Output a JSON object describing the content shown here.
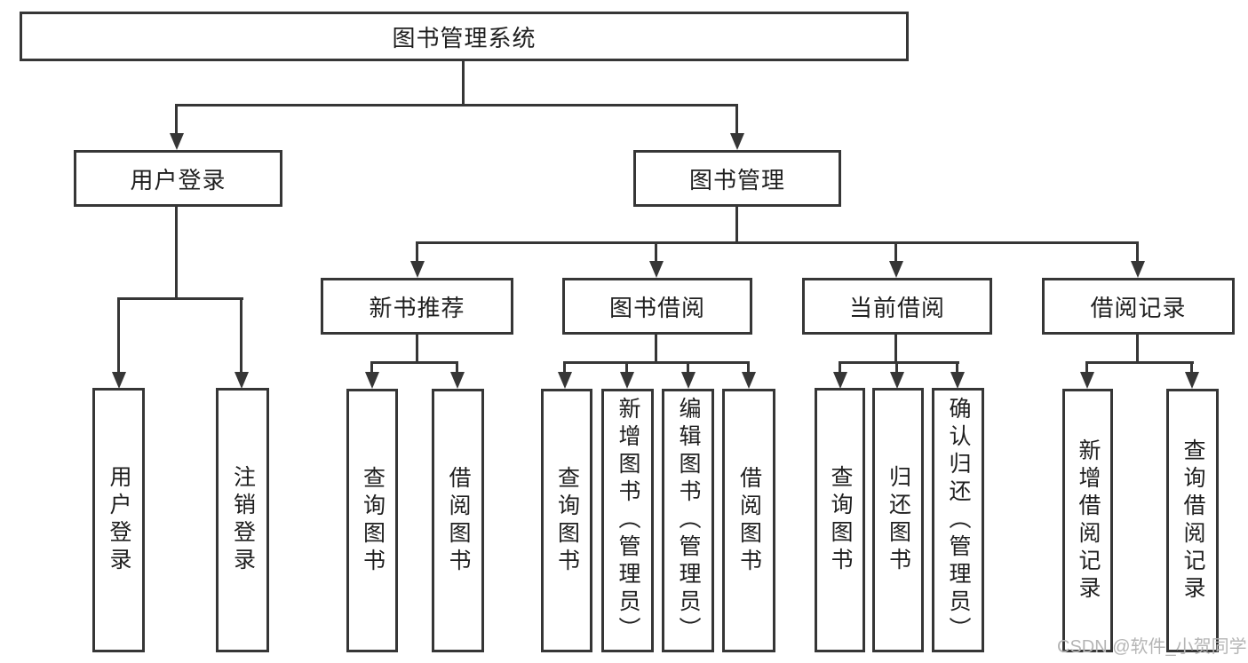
{
  "diagram": {
    "root": "图书管理系统",
    "level2": [
      "用户登录",
      "图书管理"
    ],
    "level3": [
      "新书推荐",
      "图书借阅",
      "当前借阅",
      "借阅记录"
    ],
    "leaves": {
      "user_login": [
        "用户登录",
        "注销登录"
      ],
      "new_book_recommend": [
        "查询图书",
        "借阅图书"
      ],
      "book_borrow": [
        "查询图书",
        "新增图书（管理员）",
        "编辑图书（管理员）",
        "借阅图书"
      ],
      "current_borrow": [
        "查询图书",
        "归还图书",
        "确认归还（管理员）"
      ],
      "borrow_records": [
        "新增借阅记录",
        "查询借阅记录"
      ]
    }
  },
  "watermark": {
    "text": "CSDN @软件_小贺同学"
  },
  "colors": {
    "line": "#363636",
    "text": "#1f1f1f",
    "watermark": "#b5b5b5",
    "background": "#ffffff"
  }
}
